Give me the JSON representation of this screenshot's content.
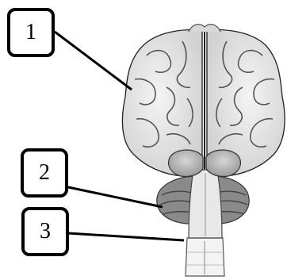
{
  "labels": [
    {
      "id": "1",
      "text": "1"
    },
    {
      "id": "2",
      "text": "2"
    },
    {
      "id": "3",
      "text": "3"
    }
  ],
  "colors": {
    "outline": "#000000",
    "brain_fill": "#e9e9e9",
    "shade": "#bdbdbd"
  }
}
